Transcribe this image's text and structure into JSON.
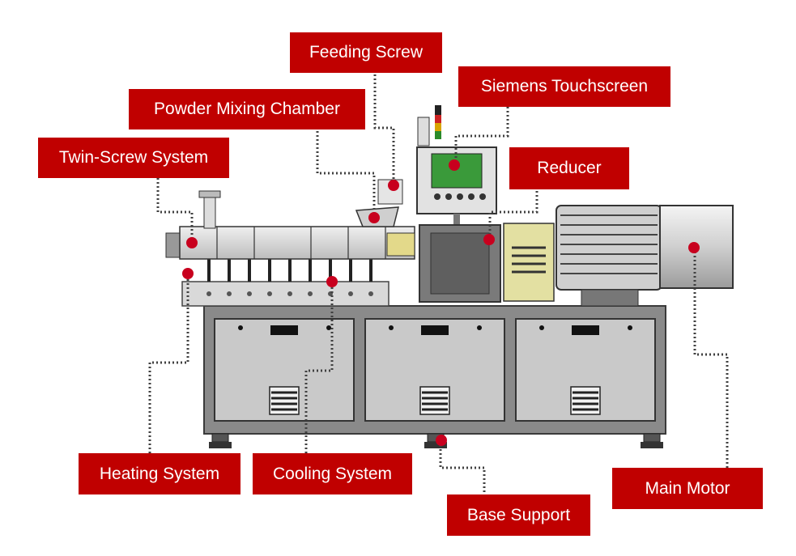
{
  "colors": {
    "label_bg": "#c00000",
    "label_text": "#ffffff",
    "marker": "#c8001e",
    "leader": "#404040",
    "machine_outline": "#3a3a3a",
    "cabinet_fill": "#c9c9c9",
    "frame_fill": "#8a8a8a",
    "gearbox_fill": "#e3e0a2",
    "screen_fill": "#3a9a3a"
  },
  "labels": {
    "feeding_screw": "Feeding Screw",
    "siemens_touchscreen": "Siemens Touchscreen",
    "powder_mixing_chamber": "Powder Mixing Chamber",
    "twin_screw_system": "Twin-Screw System",
    "reducer": "Reducer",
    "heating_system": "Heating System",
    "cooling_system": "Cooling System",
    "base_support": "Base Support",
    "main_motor": "Main Motor"
  },
  "icons": {
    "marker": "marker-dot-icon",
    "leader": "dotted-leader-line"
  }
}
